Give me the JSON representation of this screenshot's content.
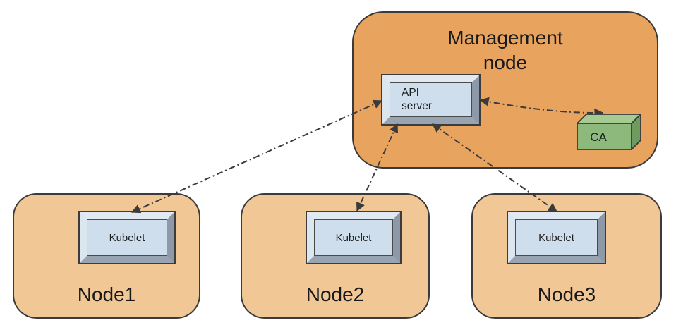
{
  "diagram": {
    "management_node": {
      "label": "Management\nnode"
    },
    "api_server": {
      "label": "API\nserver"
    },
    "ca": {
      "label": "CA"
    },
    "worker_nodes": [
      {
        "label": "Node1",
        "component": "Kubelet"
      },
      {
        "label": "Node2",
        "component": "Kubelet"
      },
      {
        "label": "Node3",
        "component": "Kubelet"
      }
    ],
    "connections": [
      {
        "from": "Kubelet (Node1)",
        "to": "API server",
        "style": "dash-dot",
        "bidirectional": true
      },
      {
        "from": "Kubelet (Node2)",
        "to": "API server",
        "style": "dash-dot",
        "bidirectional": true
      },
      {
        "from": "Kubelet (Node3)",
        "to": "API server",
        "style": "dash-dot",
        "bidirectional": true
      },
      {
        "from": "API server",
        "to": "CA",
        "style": "dash-dot",
        "bidirectional": true
      }
    ],
    "colors": {
      "management_fill": "#E8A35F",
      "worker_fill": "#F1C795",
      "box_face": "#CEDEED",
      "bevel_light": "#E1EAF2",
      "bevel_dark": "#8D99A8",
      "ca_front": "#8DBA7C",
      "ca_top": "#A5CB90",
      "ca_side": "#6E9C5E",
      "line": "#3B3B3B",
      "border": "#3A3A3A"
    }
  }
}
